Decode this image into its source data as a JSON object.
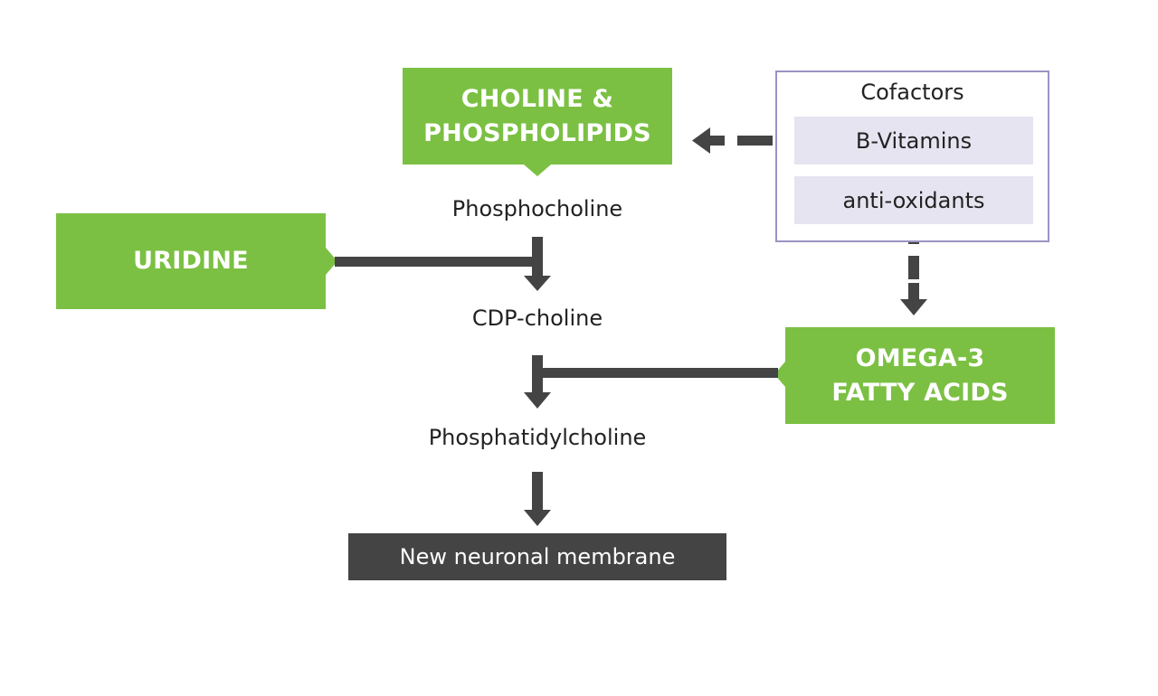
{
  "colors": {
    "green": "#7bc043",
    "dark": "#444444",
    "panel_border": "#9b93c4",
    "panel_item": "#e6e4f1"
  },
  "boxes": {
    "choline": "CHOLINE &\nPHOSPHOLIPIDS",
    "uridine": "URIDINE",
    "omega3": "OMEGA-3\nFATTY ACIDS"
  },
  "pathway": {
    "phosphocholine": "Phosphocholine",
    "cdp_choline": "CDP-choline",
    "phosphatidylcholine": "Phosphatidylcholine",
    "membrane": "New neuronal membrane"
  },
  "cofactors": {
    "title": "Cofactors",
    "items": [
      "B-Vitamins",
      "anti-oxidants"
    ]
  }
}
